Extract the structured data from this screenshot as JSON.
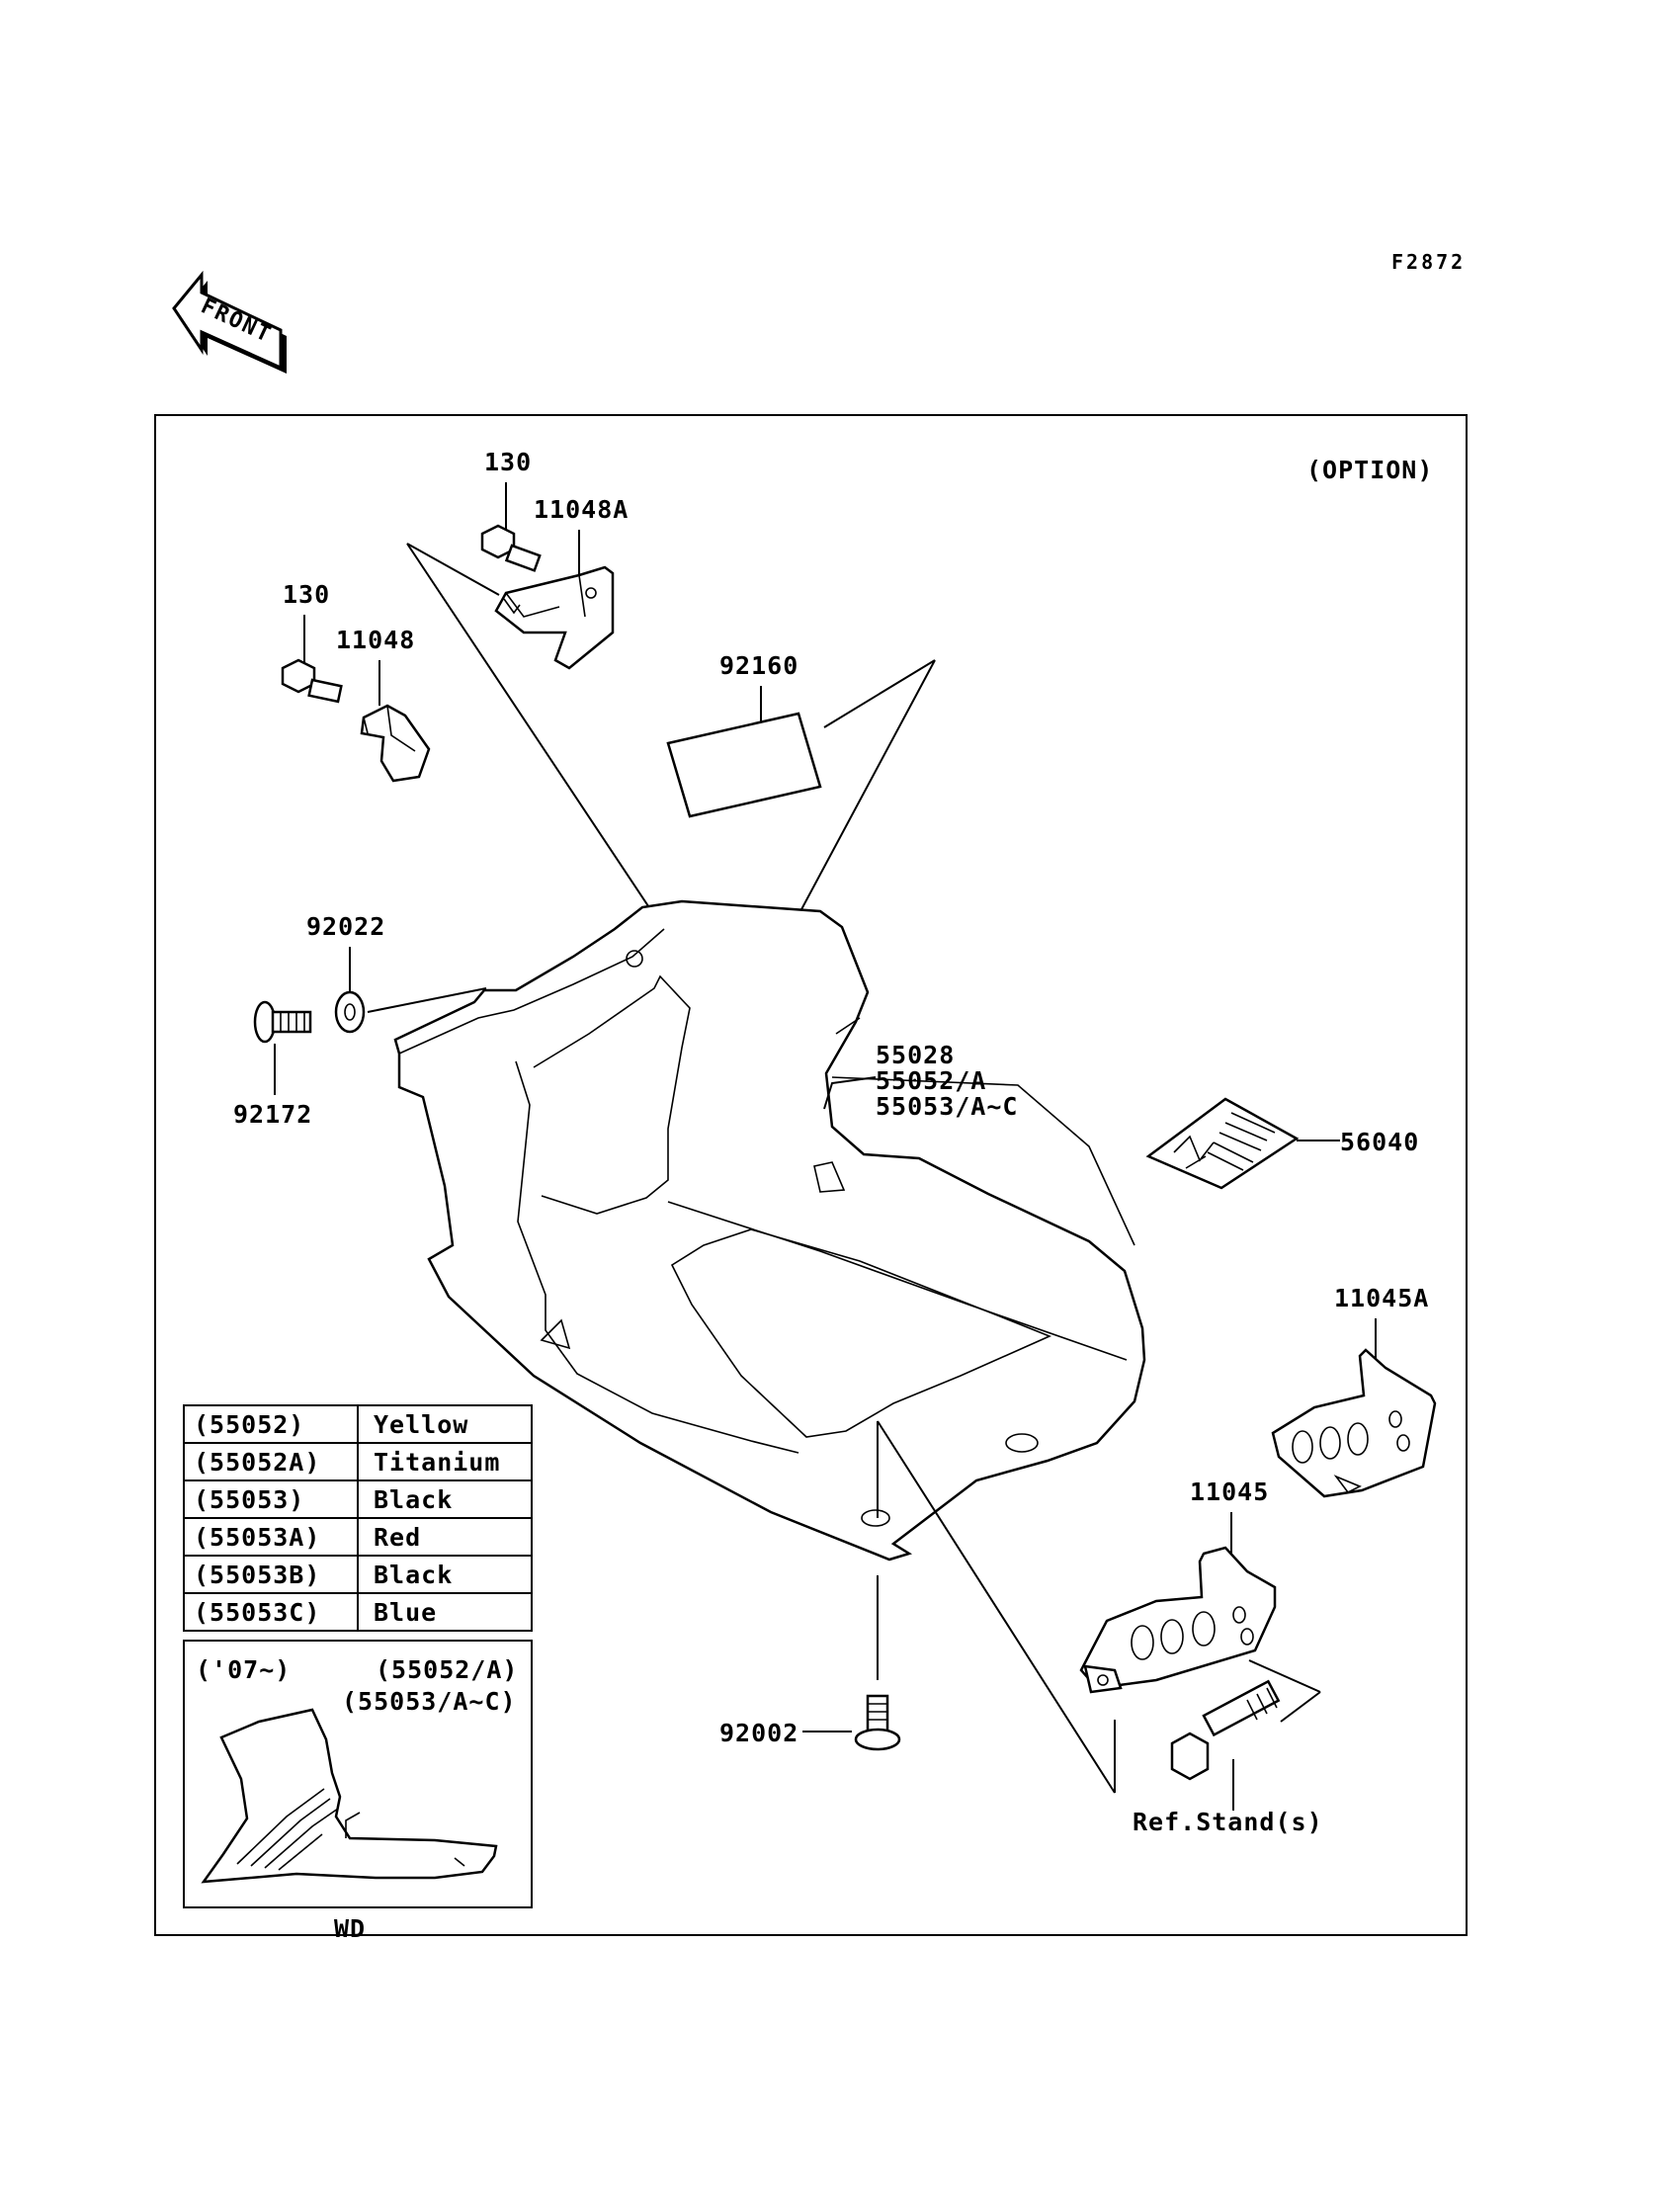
{
  "diagram_code": "F2872",
  "front_label": "FRONT",
  "option_label": "(OPTION)",
  "callouts": {
    "bolt_upper": "130",
    "bracket_upper": "11048A",
    "bolt_lower": "130",
    "bracket_lower": "11048",
    "pad": "92160",
    "washer": "92022",
    "screw_left": "92172",
    "cowl_line1": "55028",
    "cowl_line2": "55052/A",
    "cowl_line3": "55053/A~C",
    "label_card": "56040",
    "stand_bracket_a": "11045A",
    "stand_bracket": "11045",
    "screw_bottom": "92002",
    "ref_stand": "Ref.Stand(s)"
  },
  "color_table": [
    {
      "code": "(55052)",
      "color": "Yellow"
    },
    {
      "code": "(55052A)",
      "color": "Titanium"
    },
    {
      "code": "(55053)",
      "color": "Black"
    },
    {
      "code": "(55053A)",
      "color": "Red"
    },
    {
      "code": "(55053B)",
      "color": "Black"
    },
    {
      "code": "(55053C)",
      "color": "Blue"
    }
  ],
  "inset": {
    "year": "('07~)",
    "part_line1": "(55052/A)",
    "part_line2": "(55053/A~C)",
    "caption": "WD"
  }
}
